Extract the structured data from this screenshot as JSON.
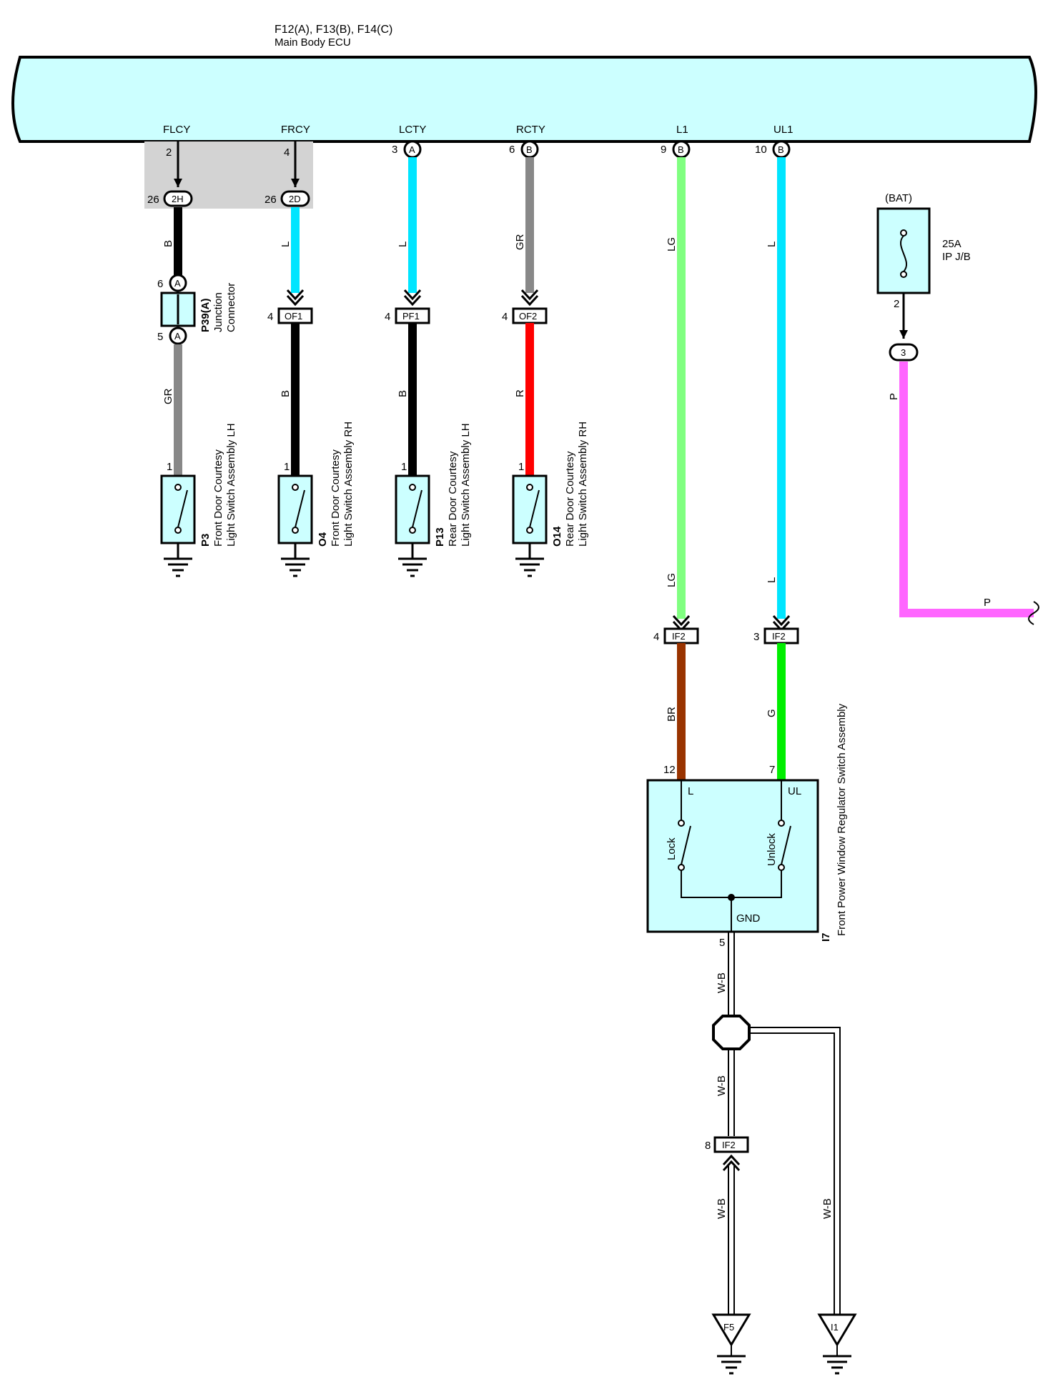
{
  "ecu": {
    "connectors": "F12(A), F13(B), F14(C)",
    "name": "Main Body ECU"
  },
  "pins": {
    "flcy": {
      "name": "FLCY",
      "pin": "2",
      "jc": "2H",
      "jc_pin": "26"
    },
    "frcy": {
      "name": "FRCY",
      "pin": "4",
      "jc": "2D",
      "jc_pin": "26"
    },
    "lcty": {
      "name": "LCTY",
      "pin": "3",
      "conn": "A"
    },
    "rcty": {
      "name": "RCTY",
      "pin": "6",
      "conn": "B"
    },
    "l1": {
      "name": "L1",
      "pin": "9",
      "conn": "B"
    },
    "ul1": {
      "name": "UL1",
      "pin": "10",
      "conn": "B"
    }
  },
  "junction": {
    "id": "P39(A)",
    "name_line1": "Junction",
    "name_line2": "Connector",
    "pin_top": "6",
    "pin_bottom": "5",
    "letter": "A"
  },
  "wire_colors": {
    "B": "B",
    "L": "L",
    "GR": "GR",
    "LG": "LG",
    "R": "R",
    "BR": "BR",
    "G": "G",
    "P": "P",
    "WB": "W-B"
  },
  "inline": {
    "of1": {
      "id": "OF1",
      "pin": "4"
    },
    "pf1": {
      "id": "PF1",
      "pin": "4"
    },
    "of2": {
      "id": "OF2",
      "pin": "4"
    },
    "if2_lg": {
      "id": "IF2",
      "pin": "4"
    },
    "if2_l": {
      "id": "IF2",
      "pin": "3"
    },
    "if2_wb": {
      "id": "IF2",
      "pin": "8"
    }
  },
  "switches": {
    "p3": {
      "id": "P3",
      "line1": "Front Door Courtesy",
      "line2": "Light Switch Assembly LH",
      "pin": "1"
    },
    "o4": {
      "id": "O4",
      "line1": "Front Door Courtesy",
      "line2": "Light Switch Assembly RH",
      "pin": "1"
    },
    "p13": {
      "id": "P13",
      "line1": "Rear Door Courtesy",
      "line2": "Light Switch Assembly LH",
      "pin": "1"
    },
    "o14": {
      "id": "O14",
      "line1": "Rear Door Courtesy",
      "line2": "Light Switch Assembly RH",
      "pin": "1"
    }
  },
  "fuse": {
    "source": "(BAT)",
    "rating": "25A",
    "location": "IP J/B",
    "pin": "2",
    "conn": "3"
  },
  "regulator": {
    "id": "I7",
    "name": "Front Power Window Regulator Switch Assembly",
    "pin_l": "12",
    "pin_ul": "7",
    "pin_gnd": "5",
    "term_l": "L",
    "term_ul": "UL",
    "term_gnd": "GND",
    "lock": "Lock",
    "unlock": "Unlock"
  },
  "grounds": {
    "g1": "F5",
    "g2": "I1"
  },
  "colors": {
    "ecu_fill": "#ccffff",
    "wire_black": "#000000",
    "wire_blue": "#00e5ff",
    "wire_gray": "#808080",
    "wire_lightgreen": "#80ff80",
    "wire_red": "#ff0000",
    "wire_brown": "#993300",
    "wire_green": "#00ee00",
    "wire_pink": "#ff66ff"
  }
}
